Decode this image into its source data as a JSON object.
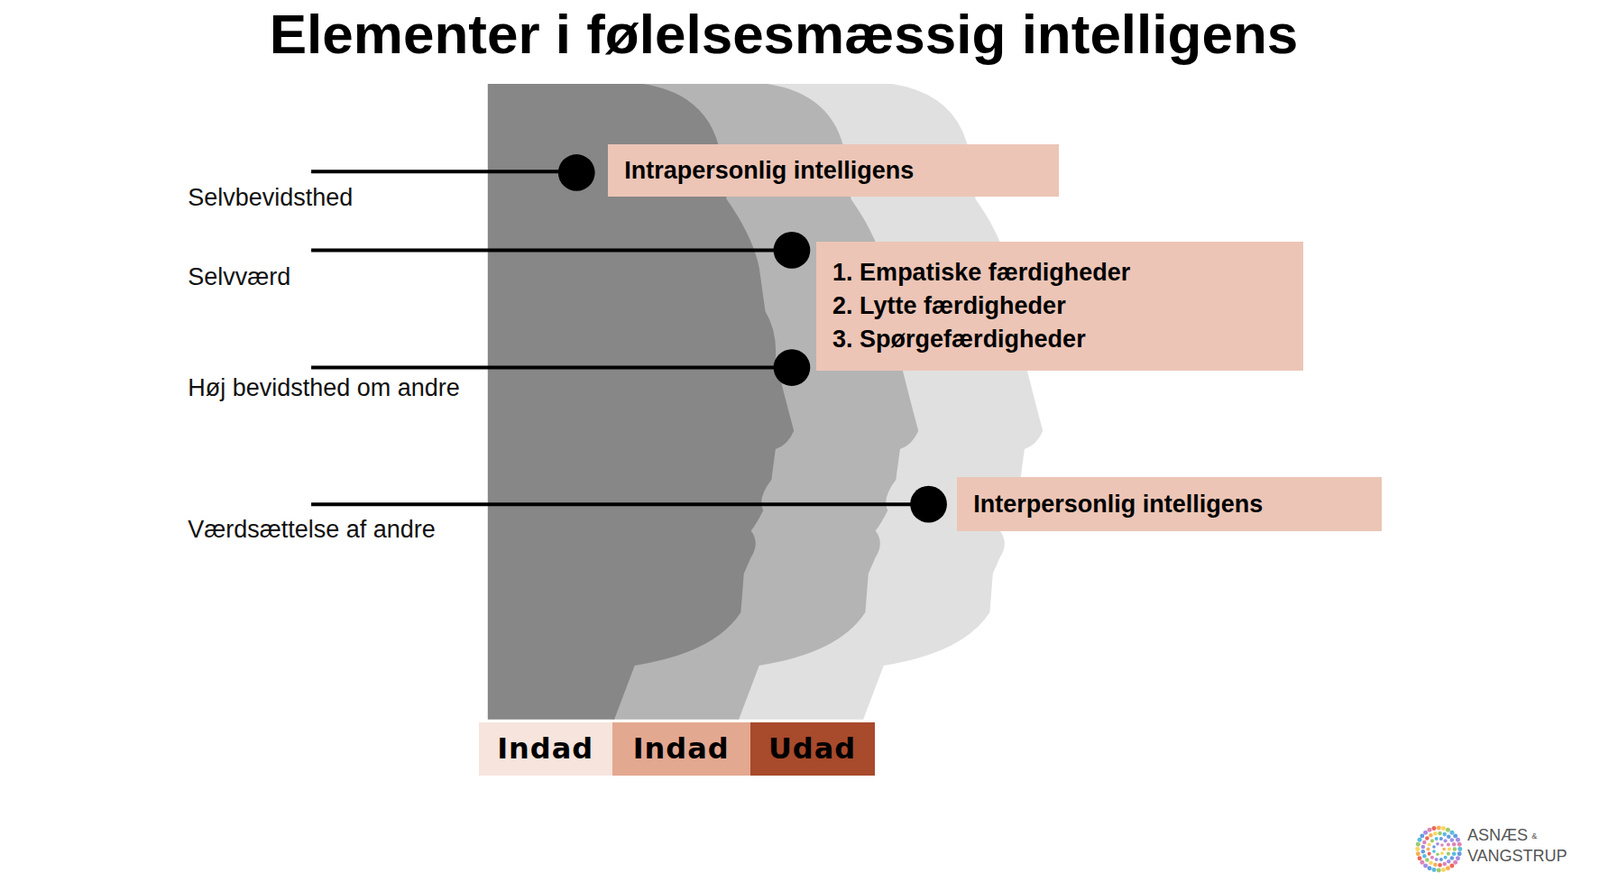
{
  "diagram": {
    "title": "Elementer i følelsesmæssig intelligens",
    "nodes": [
      {
        "text": [
          "Intrapersonlig intelligens"
        ]
      },
      {
        "text": [
          "1. Empatiske færdigheder",
          "2. Lytte færdigheder",
          "3. Spørgefærdigheder"
        ]
      },
      {
        "text": [
          "Interpersonlig intelligens"
        ]
      },
      {
        "text": [
          "Indad"
        ]
      },
      {
        "text": [
          "Indad"
        ]
      },
      {
        "text": [
          "Udad"
        ]
      }
    ],
    "labels": [
      "Selvbevidsthed",
      "Selvværd",
      "Høj bevidsthed om andre",
      "Værdsættelse af andre",
      "ASNÆS",
      "&",
      "VANGSTRUP"
    ]
  }
}
